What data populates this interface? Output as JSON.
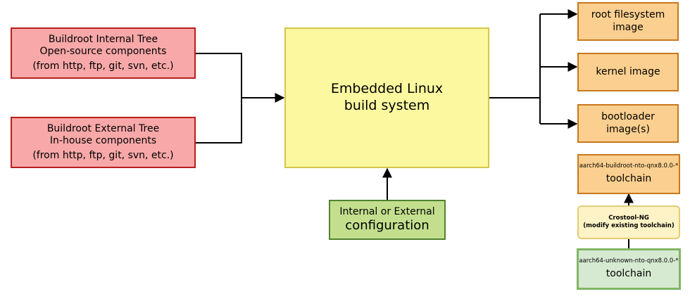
{
  "internal_tree": {
    "title": "Buildroot Internal Tree",
    "subtitle": "Open-source components",
    "sources": "(from http, ftp, git, svn, etc.)"
  },
  "external_tree": {
    "title": "Buildroot External Tree",
    "subtitle": "In-house components",
    "sources": "(from http, ftp, git, svn, etc.)"
  },
  "build_system": {
    "line1": "Embedded Linux",
    "line2": "build system"
  },
  "configuration": {
    "line1": "Internal or External",
    "line2": "configuration"
  },
  "outputs": {
    "rootfs": {
      "line1": "root filesystem",
      "line2": "image"
    },
    "kernel": {
      "line1": "kernel image"
    },
    "bootloader": {
      "line1": "bootloader",
      "line2": "image(s)"
    }
  },
  "qnx_toolchain": {
    "name": "aarch64-buildroot-nto-qnx8.0.0-*",
    "label": "toolchain"
  },
  "crosstool": {
    "line1": "Crostool-NG",
    "line2": "(modify existing toolchain)"
  },
  "base_toolchain": {
    "name": "aarch64-unknown-nto-qnx8.0.0-*",
    "label": "toolchain"
  },
  "colors": {
    "source_fill": "#f8a8a8",
    "build_fill": "#fbf8a0",
    "config_fill": "#c3df8e",
    "output_fill": "#fbcf8f",
    "crosstool_fill": "#fdf3c6",
    "base_toolchain_fill": "#d6e9d1"
  }
}
